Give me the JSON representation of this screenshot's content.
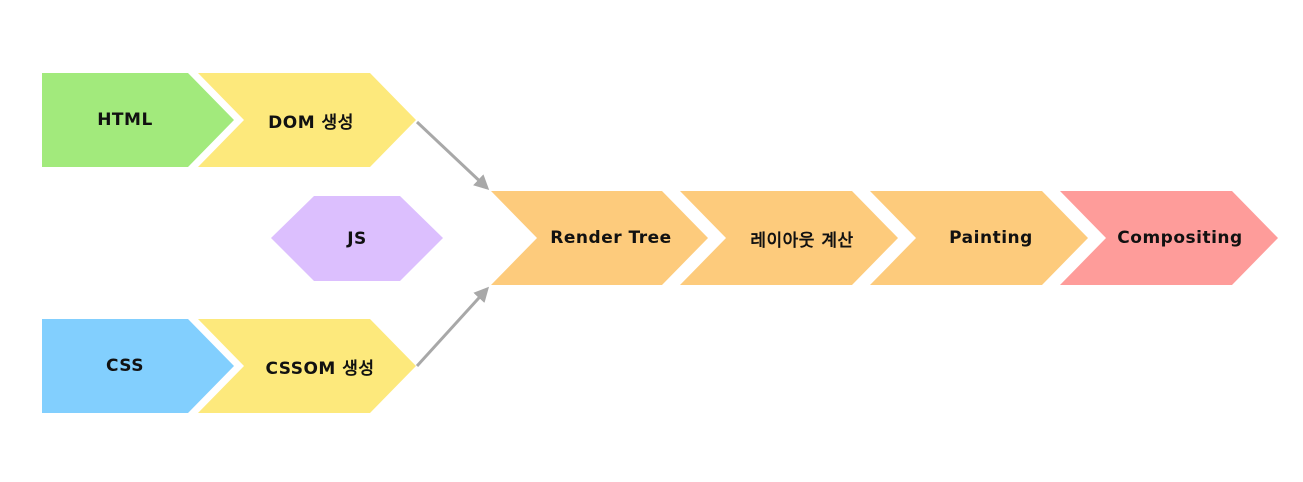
{
  "nodes": {
    "html": {
      "label": "HTML",
      "color": "#a2ea7c"
    },
    "dom": {
      "label": "DOM 생성",
      "color": "#fde97c"
    },
    "js": {
      "label": "JS",
      "color": "#dcbffe"
    },
    "css": {
      "label": "CSS",
      "color": "#82cffe"
    },
    "cssom": {
      "label": "CSSOM 생성",
      "color": "#fde97c"
    },
    "render_tree": {
      "label": "Render Tree",
      "color": "#fdcb7c"
    },
    "layout": {
      "label": "레이아웃 계산",
      "color": "#fdcb7c"
    },
    "painting": {
      "label": "Painting",
      "color": "#fdcb7c"
    },
    "compositing": {
      "label": "Compositing",
      "color": "#fe9c9a"
    }
  },
  "connector_color": "#a8a8a8"
}
